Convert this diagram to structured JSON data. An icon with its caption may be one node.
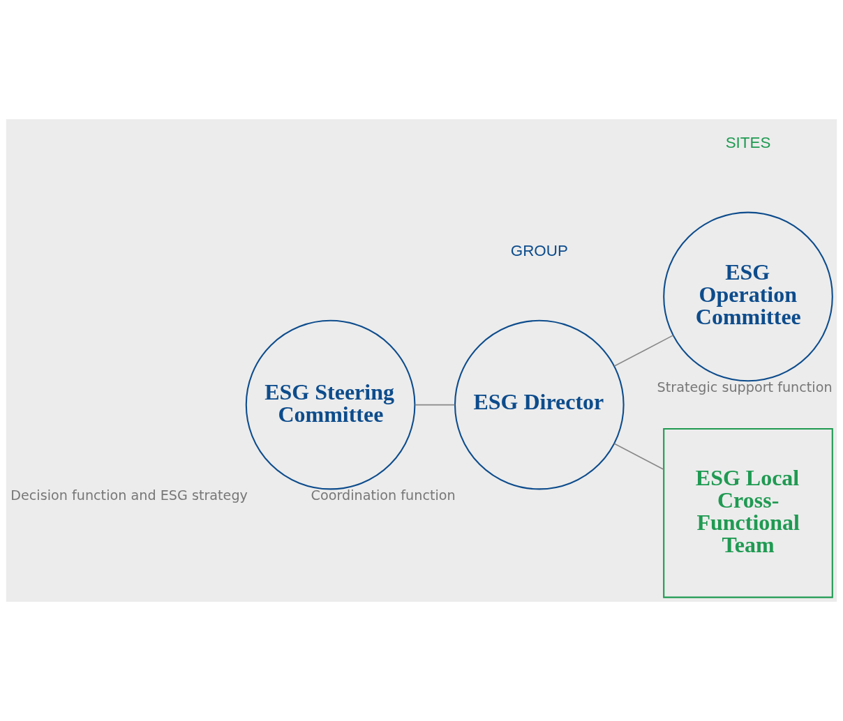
{
  "diagram": {
    "nodes": [
      {
        "text": [
          "ESG Steering Committee"
        ],
        "beside": [
          "Decision function and ESG strategy"
        ]
      },
      {
        "text": [
          "ESG Director"
        ],
        "beside": [
          "Coordination function"
        ]
      },
      {
        "text": [
          "ESG Operation Committee"
        ],
        "beside": [
          "Strategic support function"
        ]
      },
      {
        "text": [
          "ESG Local Cross-Functional Team"
        ]
      }
    ],
    "edges": [
      {
        "from": 0,
        "to": 1,
        "arrow": "none"
      },
      {
        "from": 1,
        "to": 3,
        "arrow": "none"
      },
      {
        "from": 1,
        "to": 2,
        "arrow": "none"
      }
    ],
    "labels": [
      "GROUP",
      "SITES"
    ]
  }
}
